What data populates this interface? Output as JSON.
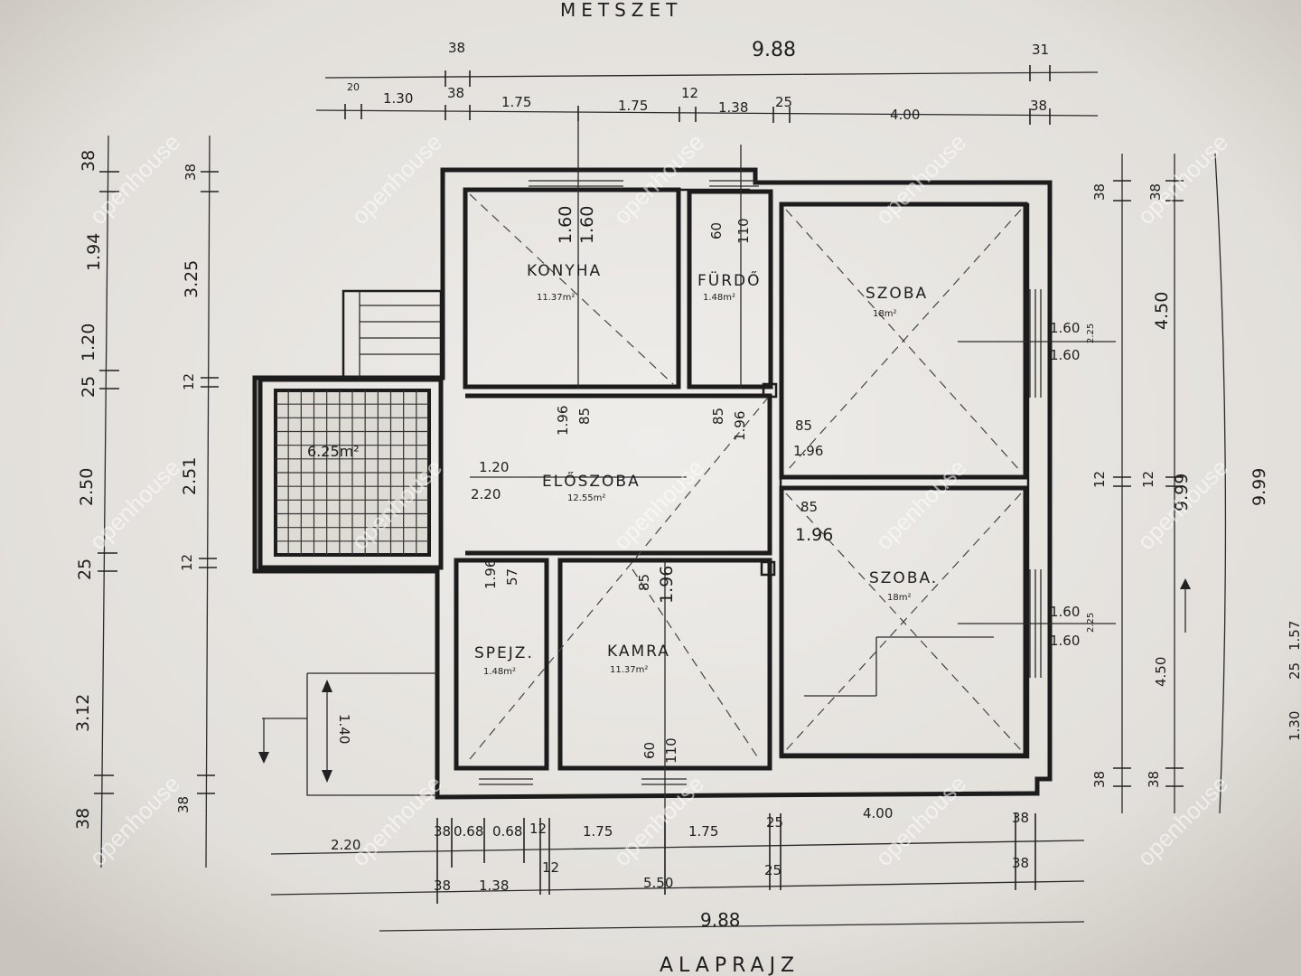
{
  "title_top": "METSZET",
  "title_bottom": "ALAPRAJZ",
  "watermark": "openhouse",
  "rooms": {
    "konyha": {
      "name": "KONYHA",
      "area": "11.37m²"
    },
    "furdo": {
      "name": "FÜRDŐ",
      "area": "1.48m²"
    },
    "szoba1": {
      "name": "SZOBA",
      "area": "18m²"
    },
    "terasz": {
      "area": "6.25m²"
    },
    "eloszoba": {
      "name": "ELŐSZOBA",
      "area": "12.55m²"
    },
    "szoba2": {
      "name": "SZOBA.",
      "area": "18m²"
    },
    "spejz": {
      "name": "SPEJZ.",
      "area": "1.48m²"
    },
    "kamra": {
      "name": "KAMRA",
      "area": "11.37m²"
    }
  },
  "dims_top": {
    "overall": "9.88",
    "d38a": "38",
    "d31": "31",
    "d20": "20",
    "d130": "1.30",
    "d38b": "38",
    "d175a": "1.75",
    "d175b": "1.75",
    "d12": "12",
    "d138": "1.38",
    "d25": "25",
    "d400": "4.00",
    "d38c": "38"
  },
  "dims_bottom": {
    "d38a": "38",
    "d068a": "0.68",
    "d068b": "0.68",
    "d12": "12",
    "d175a": "1.75",
    "d175b": "1.75",
    "d25a": "25",
    "d400": "4.00",
    "d38b": "38",
    "d38c": "38",
    "d138": "1.38",
    "d12b": "12",
    "d550": "5.50",
    "d25b": "25",
    "d38d": "38",
    "overall": "9.88",
    "d220": "2.20"
  },
  "dims_left": {
    "d38": "38",
    "d194": "1.94",
    "d325": "3.25",
    "d120": "1.20",
    "d25a": "25",
    "d250": "2.50",
    "d25b": "25",
    "d312": "3.12",
    "d38b": "38",
    "i38": "38",
    "i12a": "12",
    "i251": "2.51",
    "i12b": "12",
    "i38b": "38"
  },
  "dims_right": {
    "d38a": "38",
    "d450a": "4.50",
    "d12a": "12",
    "d999a": "9.99",
    "d450b": "4.50",
    "d38b": "38",
    "o38": "38",
    "o12": "12",
    "o999": "9.99",
    "o130": "1.30",
    "o25": "25",
    "o157": "1.57"
  },
  "openings": {
    "konyha_w": "1.60",
    "konyha_h": "1.60",
    "furdo_w": "60",
    "furdo_h": "110",
    "door_k_w": "85",
    "door_k_h": "1.96",
    "door_f_w": "85",
    "door_f_h": "1.96",
    "door_s1_w": "85",
    "door_s1_h": "1.96",
    "door_s2_w": "85",
    "door_s2_h": "1.96",
    "ent_w": "1.20",
    "ent_h": "2.20",
    "door_sp_w": "57",
    "door_sp_h": "1.96",
    "door_ka_w": "85",
    "door_ka_h": "1.96",
    "win_s1_w": "1.60",
    "win_s1_h": "1.60",
    "win_s1_p": "2.25",
    "win_s2_w": "1.60",
    "win_s2_h": "1.60",
    "win_s2_p": "2.25",
    "win_ka_w": "60",
    "win_ka_h": "110",
    "step_h": "1.40"
  }
}
